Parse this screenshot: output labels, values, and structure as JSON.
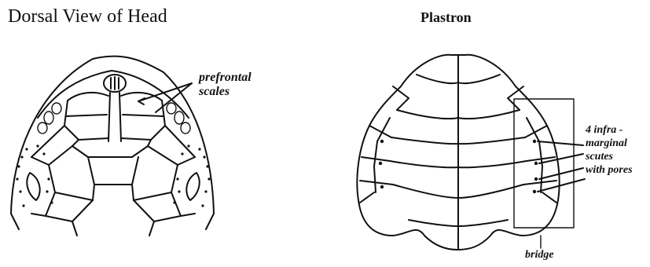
{
  "left_panel": {
    "title": "Dorsal View of Head",
    "label": [
      "prefrontal",
      "scales"
    ]
  },
  "right_panel": {
    "title": "Plastron",
    "label_lines": [
      "4 infra -",
      "marginal",
      "scutes",
      "with pores"
    ],
    "bridge_label": "bridge"
  }
}
